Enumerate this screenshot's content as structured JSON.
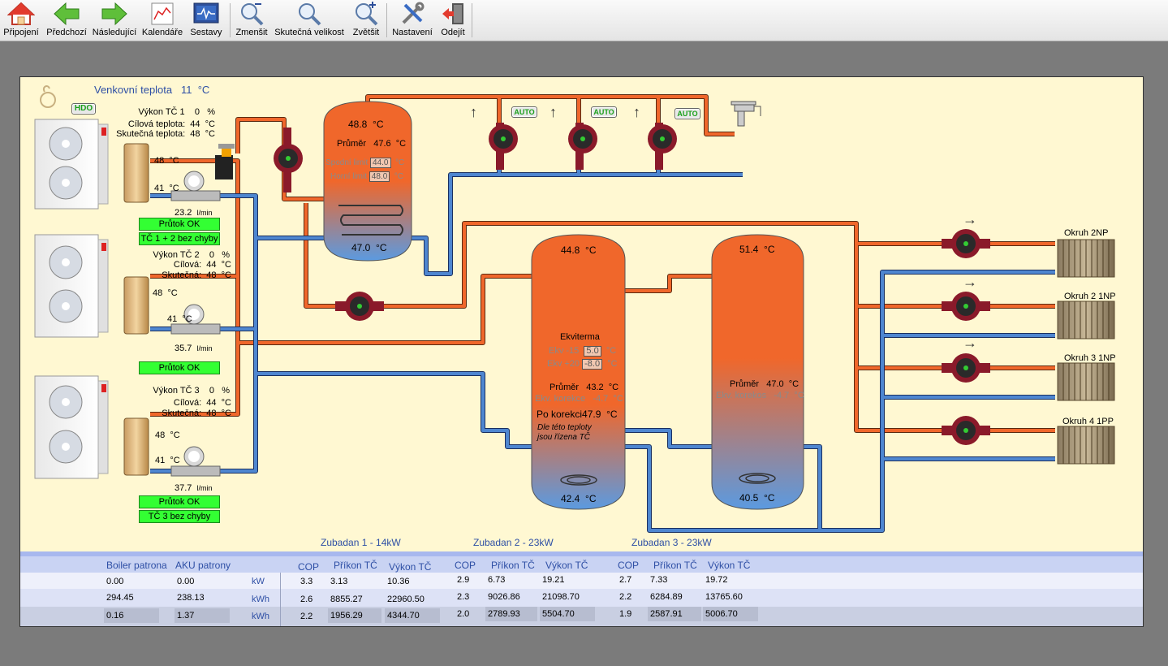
{
  "toolbar": {
    "connect": "Připojení",
    "previous": "Předchozí",
    "next": "Následující",
    "calendars": "Kalendáře",
    "reports": "Sestavy",
    "zoom_out": "Zmenšit",
    "actual_size": "Skutečná velikost",
    "zoom_in": "Zvětšit",
    "settings": "Nastavení",
    "exit": "Odejít"
  },
  "outdoor": {
    "label": "Venkovní teplota",
    "value": "11",
    "unit": "°C"
  },
  "hdo": "HDO",
  "hp1": {
    "power_label": "Výkon TČ 1",
    "power": "0",
    "power_unit": "%",
    "target_label": "Cílová teplota:",
    "target": "44",
    "actual_label": "Skutečná teplota:",
    "actual": "48",
    "unit": "°C",
    "out": "48",
    "ret": "41",
    "flow": "23.2",
    "flow_unit": "l/min",
    "status1": "Průtok OK",
    "status2": "TČ 1 + 2 bez chyby"
  },
  "hp2": {
    "power_label": "Výkon TČ 2",
    "power": "0",
    "power_unit": "%",
    "target_label": "Cílová:",
    "target": "44",
    "actual_label": "Skutečná:",
    "actual": "48",
    "unit": "°C",
    "out": "48",
    "ret": "41",
    "flow": "35.7",
    "flow_unit": "l/min",
    "status1": "Průtok OK"
  },
  "hp3": {
    "power_label": "Výkon TČ 3",
    "power": "0",
    "power_unit": "%",
    "target_label": "Cílová:",
    "target": "44",
    "actual_label": "Skutečná:",
    "actual": "48",
    "unit": "°C",
    "out": "48",
    "ret": "41",
    "flow": "37.7",
    "flow_unit": "l/min",
    "status1": "Průtok OK",
    "status2": "TČ 3 bez chyby"
  },
  "boiler": {
    "top": "48.8",
    "avg_label": "Průměr",
    "avg": "47.6",
    "low_label": "Spodní limit",
    "low": "44.0",
    "high_label": "Horní limit",
    "high": "48.0",
    "bottom": "47.0",
    "unit": "°C"
  },
  "auto": "AUTO",
  "aku1": {
    "top": "44.8",
    "ekv_label": "Ekviterma",
    "ekv1_label": "Ekv -15",
    "ekv1": "5.0",
    "ekv2_label": "Ekv +20",
    "ekv2": "-8.0",
    "avg_label": "Průměr",
    "avg": "43.2",
    "corr_label": "Ekv. korekce",
    "corr": "-4.7",
    "post_label": "Po korekci",
    "post": "47.9",
    "note1": "Dle této teploty",
    "note2": "jsou řízena TČ",
    "bottom": "42.4",
    "unit": "°C"
  },
  "aku2": {
    "top": "51.4",
    "avg_label": "Průměr",
    "avg": "47.0",
    "corr_label": "Ekv. korekos",
    "corr": "-4.7",
    "bottom": "40.5",
    "unit": "°C"
  },
  "circuits": [
    "Okruh 2NP",
    "Okruh 2 1NP",
    "Okruh 3 1NP",
    "Okruh 4 1PP"
  ],
  "zubadan": [
    "Zubadan 1 - 14kW",
    "Zubadan 2 - 23kW",
    "Zubadan 3 - 23kW"
  ],
  "stats": {
    "headers": {
      "boiler": "Boiler patrona",
      "aku": "AKU patrony",
      "cop": "COP",
      "input": "Příkon TČ",
      "output": "Výkon TČ"
    },
    "rows": [
      {
        "boiler": "0.00",
        "aku": "0.00",
        "unit": "kW",
        "z1": [
          "3.3",
          "3.13",
          "10.36"
        ],
        "z2": [
          "2.9",
          "6.73",
          "19.21"
        ],
        "z3": [
          "2.7",
          "7.33",
          "19.72"
        ]
      },
      {
        "boiler": "294.45",
        "aku": "238.13",
        "unit": "kWh",
        "z1": [
          "2.6",
          "8855.27",
          "22960.50"
        ],
        "z2": [
          "2.3",
          "9026.86",
          "21098.70"
        ],
        "z3": [
          "2.2",
          "6284.89",
          "13765.60"
        ]
      },
      {
        "boiler": "0.16",
        "aku": "1.37",
        "unit": "kWh",
        "z1": [
          "2.2",
          "1956.29",
          "4344.70"
        ],
        "z2": [
          "2.0",
          "2789.93",
          "5504.70"
        ],
        "z3": [
          "1.9",
          "2587.91",
          "5006.70"
        ]
      }
    ]
  },
  "colors": {
    "hot": "#f0672b",
    "cold": "#4e86d0",
    "panel": "#fff8d2",
    "status_ok": "#33ff33"
  }
}
